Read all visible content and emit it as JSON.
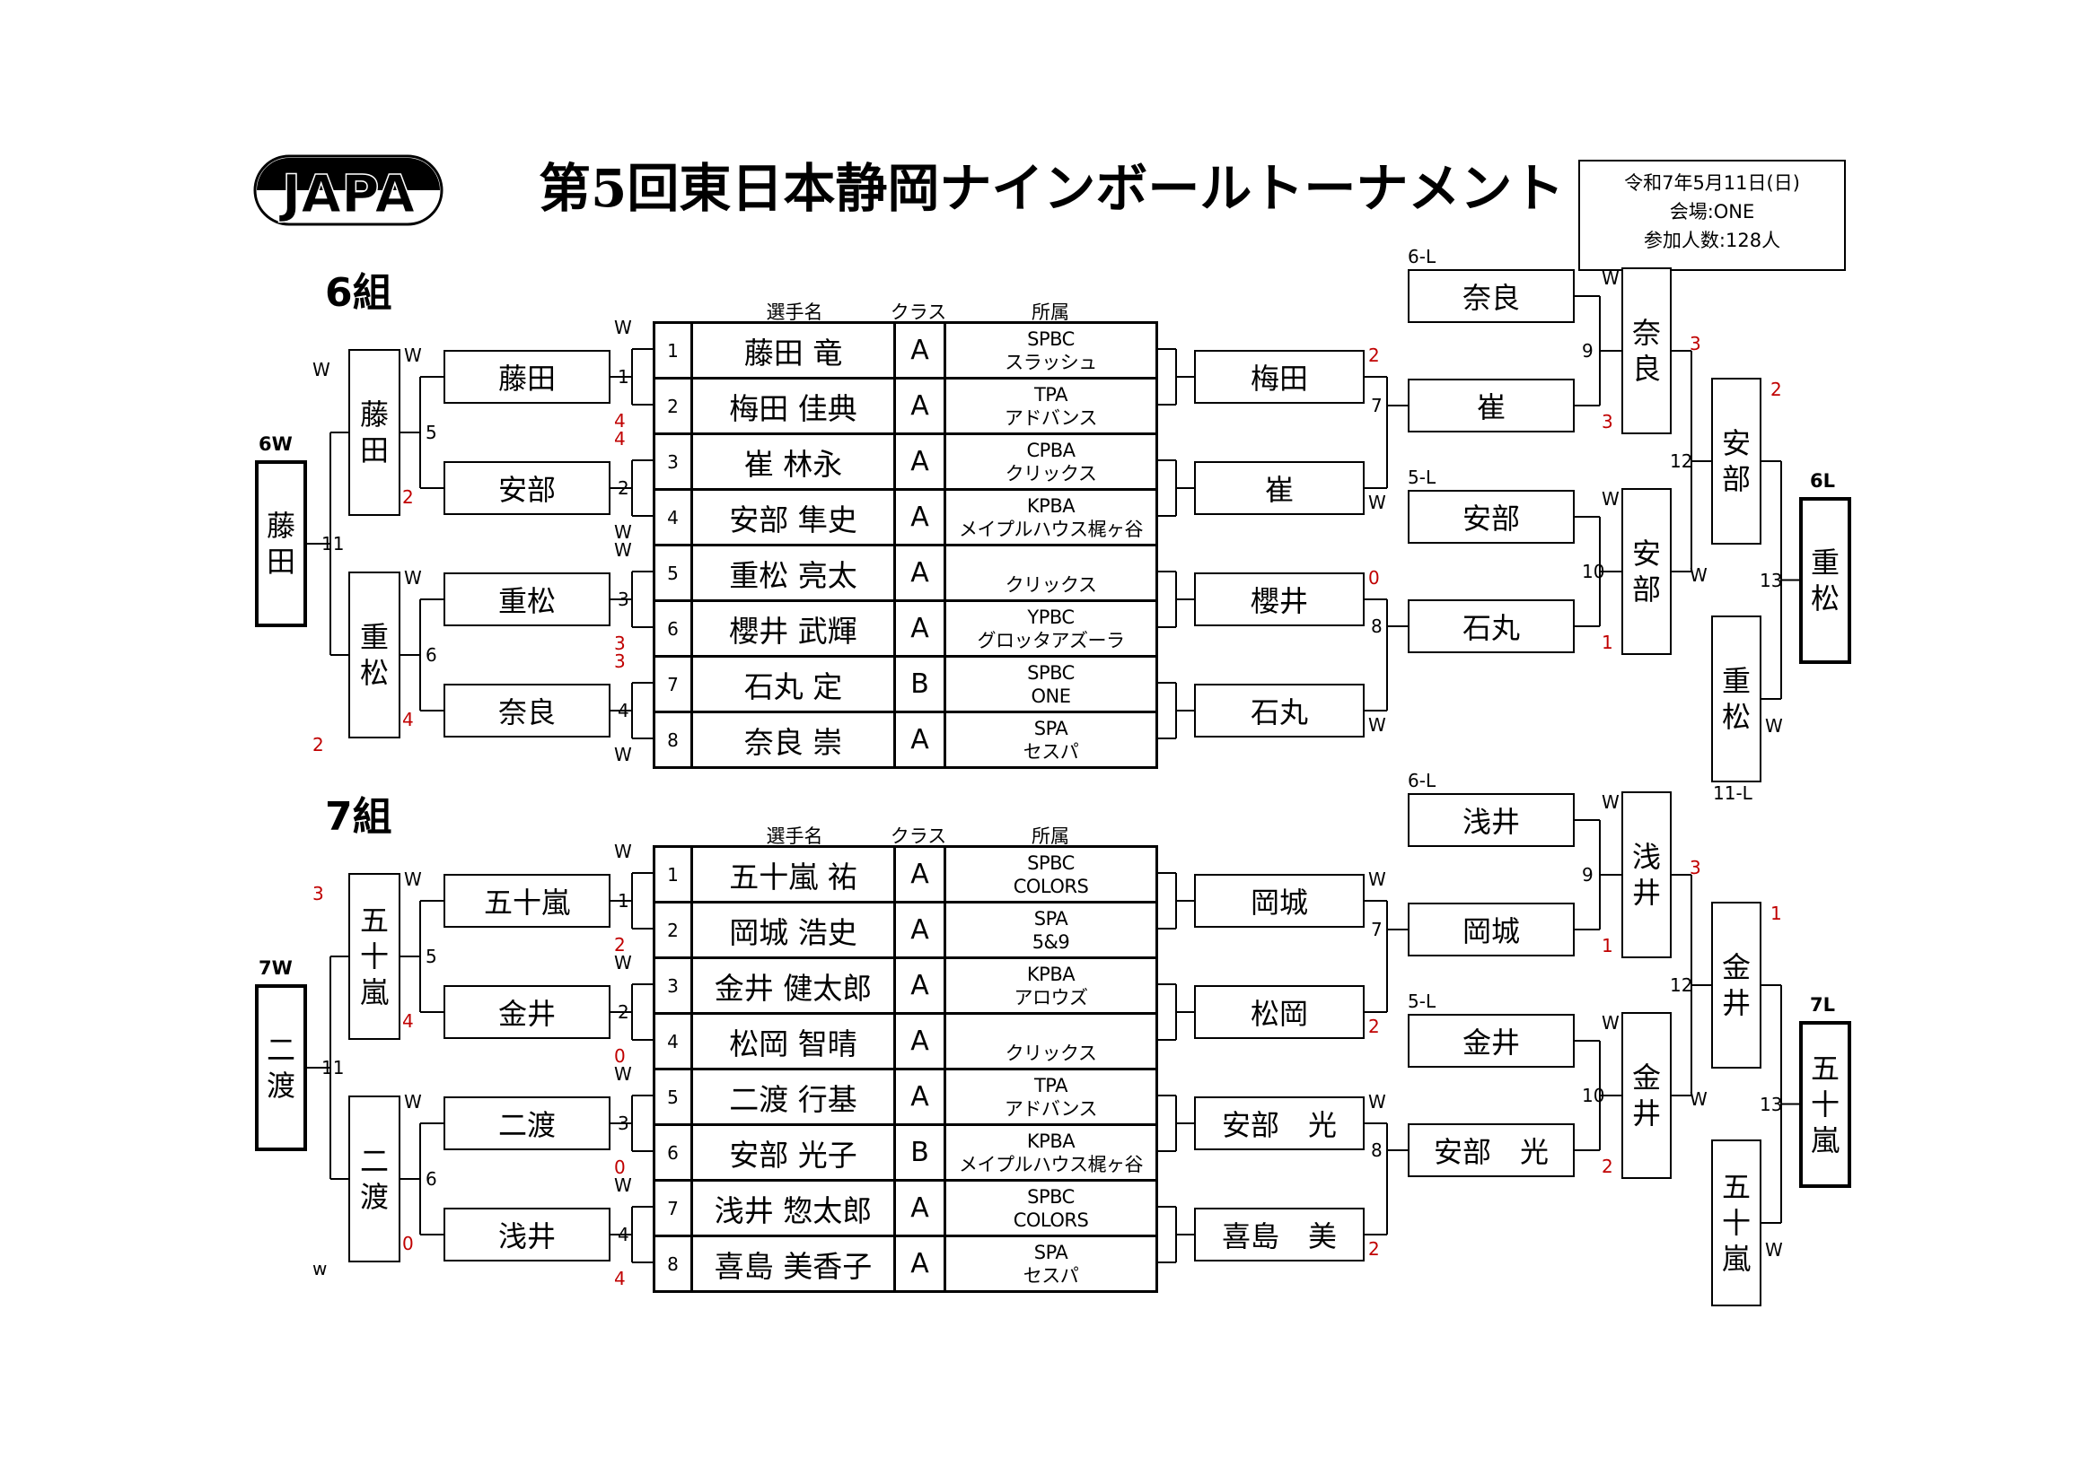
{
  "title": "第5回東日本静岡ナインボールトーナメント",
  "logo_text": "JAPA",
  "info": {
    "date": "令和7年5月11日(日)",
    "venue": "会場:ONE",
    "participants": "参加人数:128人"
  },
  "headers": {
    "name": "選手名",
    "class": "クラス",
    "affiliation": "所属"
  },
  "g6": {
    "label": "6組",
    "players": [
      {
        "num": "1",
        "name": "藤田 竜",
        "cls": "A",
        "aff1": "SPBC",
        "aff2": "スラッシュ"
      },
      {
        "num": "2",
        "name": "梅田 佳典",
        "cls": "A",
        "aff1": "TPA",
        "aff2": "アドバンス"
      },
      {
        "num": "3",
        "name": "崔 林永",
        "cls": "A",
        "aff1": "CPBA",
        "aff2": "クリックス"
      },
      {
        "num": "4",
        "name": "安部 隼史",
        "cls": "A",
        "aff1": "KPBA",
        "aff2": "メイプルハウス梶ヶ谷"
      },
      {
        "num": "5",
        "name": "重松 亮太",
        "cls": "A",
        "aff1": "",
        "aff2": "クリックス"
      },
      {
        "num": "6",
        "name": "櫻井 武輝",
        "cls": "A",
        "aff1": "YPBC",
        "aff2": "グロッタアズーラ"
      },
      {
        "num": "7",
        "name": "石丸 定",
        "cls": "B",
        "aff1": "SPBC",
        "aff2": "ONE"
      },
      {
        "num": "8",
        "name": "奈良 崇",
        "cls": "A",
        "aff1": "SPA",
        "aff2": "セスパ"
      }
    ],
    "w1": [
      "藤田",
      "安部",
      "重松",
      "奈良"
    ],
    "w2": [
      "藤田",
      "重松"
    ],
    "final": "藤田",
    "final_tag": "6W",
    "l1": [
      "梅田",
      "崔",
      "櫻井",
      "石丸"
    ],
    "lr": [
      "奈良",
      "崔",
      "安部",
      "石丸"
    ],
    "lr_tags": [
      "6-L",
      "5-L"
    ],
    "lr2": [
      "奈良",
      "安部"
    ],
    "l3": [
      "安部",
      "重松"
    ],
    "l3_tag": "11-L",
    "lfinal": "重松",
    "lfinal_tag": "6L",
    "match_nums": [
      "1",
      "2",
      "3",
      "4",
      "5",
      "6",
      "11",
      "9",
      "7",
      "10",
      "8",
      "12",
      "13"
    ],
    "labels": {
      "m1_top": "W",
      "m1_bot": "4",
      "m2_top": "4",
      "m2_bot": "W",
      "m3_top": "W",
      "m3_bot": "3",
      "m4_top": "3",
      "m4_bot": "W",
      "m5_top": "W",
      "m5_bot": "2",
      "m6_top": "W",
      "m6_bot": "4",
      "m11_top": "W",
      "m11_bot": "2",
      "l7_top": "2",
      "l7_bot": "W",
      "l8_top": "0",
      "l8_bot": "W",
      "l9_top": "W",
      "l9_bot": "3",
      "l10_top": "W",
      "l10_bot": "1",
      "l12_top": "3",
      "l12_bot": "W",
      "l13_top": "2",
      "l13_bot": "W"
    }
  },
  "g7": {
    "label": "7組",
    "players": [
      {
        "num": "1",
        "name": "五十嵐 祐",
        "cls": "A",
        "aff1": "SPBC",
        "aff2": "COLORS"
      },
      {
        "num": "2",
        "name": "岡城 浩史",
        "cls": "A",
        "aff1": "SPA",
        "aff2": "5&9"
      },
      {
        "num": "3",
        "name": "金井 健太郎",
        "cls": "A",
        "aff1": "KPBA",
        "aff2": "アロウズ"
      },
      {
        "num": "4",
        "name": "松岡 智晴",
        "cls": "A",
        "aff1": "",
        "aff2": "クリックス"
      },
      {
        "num": "5",
        "name": "二渡 行基",
        "cls": "A",
        "aff1": "TPA",
        "aff2": "アドバンス"
      },
      {
        "num": "6",
        "name": "安部 光子",
        "cls": "B",
        "aff1": "KPBA",
        "aff2": "メイプルハウス梶ヶ谷"
      },
      {
        "num": "7",
        "name": "浅井 惣太郎",
        "cls": "A",
        "aff1": "SPBC",
        "aff2": "COLORS"
      },
      {
        "num": "8",
        "name": "喜島 美香子",
        "cls": "A",
        "aff1": "SPA",
        "aff2": "セスパ"
      }
    ],
    "w1": [
      "五十嵐",
      "金井",
      "二渡",
      "浅井"
    ],
    "w2": [
      "五十嵐",
      "二渡"
    ],
    "final": "二渡",
    "final_tag": "7W",
    "l1": [
      "岡城",
      "松岡",
      "安部　光",
      "喜島　美"
    ],
    "lr": [
      "浅井",
      "岡城",
      "金井",
      "安部　光"
    ],
    "lr_tags": [
      "6-L",
      "5-L"
    ],
    "lr2": [
      "浅井",
      "金井"
    ],
    "l3": [
      "金井",
      "五十嵐"
    ],
    "l3_tag": "",
    "lfinal": "五十嵐",
    "lfinal_tag": "7L",
    "match_nums": [
      "1",
      "2",
      "3",
      "4",
      "5",
      "6",
      "11",
      "9",
      "7",
      "10",
      "8",
      "12",
      "13"
    ],
    "labels": {
      "m1_top": "W",
      "m1_bot": "2",
      "m2_top": "W",
      "m2_bot": "0",
      "m3_top": "W",
      "m3_bot": "0",
      "m4_top": "W",
      "m4_bot": "4",
      "m5_top": "W",
      "m5_bot": "4",
      "m6_top": "W",
      "m6_bot": "0",
      "m11_top": "3",
      "m11_bot": "w",
      "l7_top": "W",
      "l7_bot": "2",
      "l8_top": "W",
      "l8_bot": "2",
      "l9_top": "W",
      "l9_bot": "1",
      "l10_top": "W",
      "l10_bot": "2",
      "l12_top": "3",
      "l12_bot": "W",
      "l13_top": "1",
      "l13_bot": "W"
    }
  }
}
